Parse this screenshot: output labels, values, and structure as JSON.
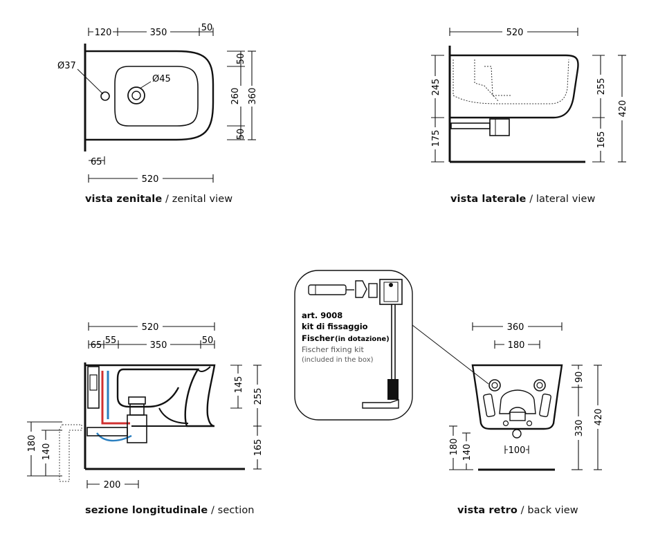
{
  "views": {
    "zenital": {
      "caption_it": "vista zenitale",
      "caption_sep": " / ",
      "caption_en": "zenital view",
      "dims": {
        "top_left": "120",
        "top_mid": "350",
        "top_right": "50",
        "bottom_width": "520",
        "bottom_offset": "65",
        "right_top": "50",
        "right_mid": "260",
        "right_bottom": "50",
        "right_total": "360",
        "hole_small": "Ø37",
        "hole_large": "Ø45"
      }
    },
    "lateral": {
      "caption_it": "vista laterale",
      "caption_sep": " / ",
      "caption_en": "lateral view",
      "dims": {
        "top_width": "520",
        "left_upper": "245",
        "left_lower": "175",
        "right_upper": "255",
        "right_lower": "165",
        "right_total": "420"
      }
    },
    "section": {
      "caption_it": "sezione longitudinale",
      "caption_sep": " / ",
      "caption_en": "section",
      "dims": {
        "top_width": "520",
        "seg_a": "65",
        "seg_b": "55",
        "seg_c": "350",
        "seg_d": "50",
        "right_upper": "145",
        "right_total": "255",
        "right_lower": "165",
        "left_outer": "180",
        "left_inner": "140",
        "bottom_offset": "200"
      }
    },
    "back": {
      "caption_it": "vista retro",
      "caption_sep": " / ",
      "caption_en": "back view",
      "dims": {
        "top_width": "360",
        "inner_width": "180",
        "right_upper": "90",
        "right_lower": "330",
        "right_total": "420",
        "left_outer": "180",
        "left_inner": "140",
        "bottom_width": "100"
      }
    }
  },
  "kit": {
    "art": "art. 9008",
    "name": "kit di fissaggio",
    "name2": "Fischer",
    "name2_note": "(in dotazione)",
    "en1": "Fischer fixing kit",
    "en2": "(included in the box)"
  }
}
